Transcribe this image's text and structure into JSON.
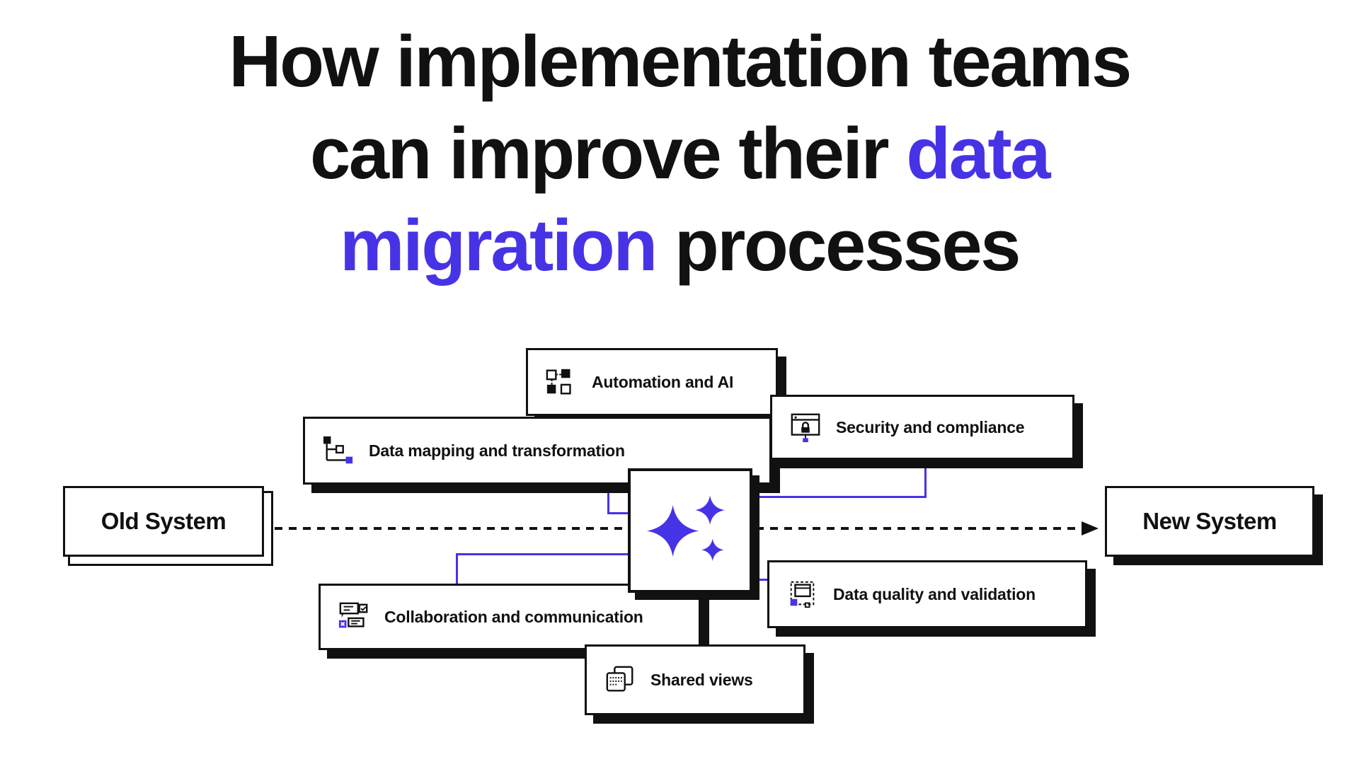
{
  "title": {
    "line1": "How implementation teams",
    "line2_prefix": "can improve their ",
    "line2_highlight": "data",
    "line3_highlight": "migration",
    "line3_suffix": " processes"
  },
  "colors": {
    "accent": "#4733e6",
    "ink": "#111111"
  },
  "systems": {
    "old": "Old System",
    "new": "New System"
  },
  "features": [
    {
      "id": "automation",
      "label": "Automation and AI",
      "icon": "automation-icon"
    },
    {
      "id": "data-mapping",
      "label": "Data mapping and transformation",
      "icon": "data-mapping-icon"
    },
    {
      "id": "security",
      "label": "Security and compliance",
      "icon": "security-icon"
    },
    {
      "id": "collaboration",
      "label": "Collaboration and communication",
      "icon": "collaboration-icon"
    },
    {
      "id": "data-quality",
      "label": "Data quality and validation",
      "icon": "data-quality-icon"
    },
    {
      "id": "shared-views",
      "label": "Shared views",
      "icon": "shared-views-icon"
    }
  ],
  "center": {
    "icon": "ai-sparkles-icon"
  },
  "arrow": {
    "description": "dashed-arrow-old-to-new"
  }
}
